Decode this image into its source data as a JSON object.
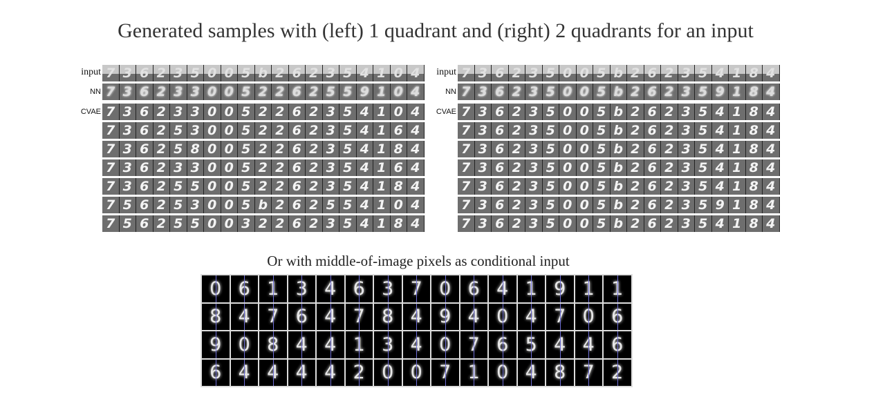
{
  "title": "Generated samples with (left) 1 quadrant and (right) 2 quadrants for an input",
  "caption": "Or with middle-of-image pixels as conditional input",
  "row_labels": {
    "input": "input",
    "nn": "NN",
    "cvae": "CVAE"
  },
  "left_panel": {
    "input": [
      "7",
      "3",
      "6",
      "2",
      "3",
      "5",
      "0",
      "0",
      "5",
      "b",
      "2",
      "6",
      "2",
      "3",
      "5",
      "4",
      "1",
      "0",
      "4"
    ],
    "nn": [
      "7",
      "3",
      "6",
      "2",
      "3",
      "3",
      "0",
      "0",
      "5",
      "2",
      "2",
      "6",
      "2",
      "5",
      "5",
      "9",
      "1",
      "0",
      "4"
    ],
    "cvae": [
      [
        "7",
        "3",
        "6",
        "2",
        "3",
        "3",
        "0",
        "0",
        "5",
        "2",
        "2",
        "6",
        "2",
        "3",
        "5",
        "4",
        "1",
        "0",
        "4"
      ],
      [
        "7",
        "3",
        "6",
        "2",
        "5",
        "3",
        "0",
        "0",
        "5",
        "2",
        "2",
        "6",
        "2",
        "3",
        "5",
        "4",
        "1",
        "6",
        "4"
      ],
      [
        "7",
        "3",
        "6",
        "2",
        "5",
        "8",
        "0",
        "0",
        "5",
        "2",
        "2",
        "6",
        "2",
        "3",
        "5",
        "4",
        "1",
        "8",
        "4"
      ],
      [
        "7",
        "3",
        "6",
        "2",
        "3",
        "3",
        "0",
        "0",
        "5",
        "2",
        "2",
        "6",
        "2",
        "3",
        "5",
        "4",
        "1",
        "6",
        "4"
      ],
      [
        "7",
        "3",
        "6",
        "2",
        "5",
        "5",
        "0",
        "0",
        "5",
        "2",
        "2",
        "6",
        "2",
        "3",
        "5",
        "4",
        "1",
        "8",
        "4"
      ],
      [
        "7",
        "5",
        "6",
        "2",
        "5",
        "3",
        "0",
        "0",
        "5",
        "b",
        "2",
        "6",
        "2",
        "5",
        "5",
        "4",
        "1",
        "0",
        "4"
      ],
      [
        "7",
        "5",
        "6",
        "2",
        "5",
        "5",
        "0",
        "0",
        "3",
        "2",
        "2",
        "6",
        "2",
        "3",
        "5",
        "4",
        "1",
        "8",
        "4"
      ]
    ]
  },
  "right_panel": {
    "input": [
      "7",
      "3",
      "6",
      "2",
      "3",
      "5",
      "0",
      "0",
      "5",
      "b",
      "2",
      "6",
      "2",
      "3",
      "5",
      "4",
      "1",
      "8",
      "4"
    ],
    "nn": [
      "7",
      "3",
      "6",
      "2",
      "3",
      "5",
      "0",
      "0",
      "5",
      "b",
      "2",
      "6",
      "2",
      "3",
      "5",
      "9",
      "1",
      "8",
      "4"
    ],
    "cvae": [
      [
        "7",
        "3",
        "6",
        "2",
        "3",
        "5",
        "0",
        "0",
        "5",
        "b",
        "2",
        "6",
        "2",
        "3",
        "5",
        "4",
        "1",
        "8",
        "4"
      ],
      [
        "7",
        "3",
        "6",
        "2",
        "3",
        "5",
        "0",
        "0",
        "5",
        "b",
        "2",
        "6",
        "2",
        "3",
        "5",
        "4",
        "1",
        "8",
        "4"
      ],
      [
        "7",
        "3",
        "6",
        "2",
        "3",
        "5",
        "0",
        "0",
        "5",
        "b",
        "2",
        "6",
        "2",
        "3",
        "5",
        "4",
        "1",
        "8",
        "4"
      ],
      [
        "7",
        "3",
        "6",
        "2",
        "3",
        "5",
        "0",
        "0",
        "5",
        "b",
        "2",
        "6",
        "2",
        "3",
        "5",
        "4",
        "1",
        "8",
        "4"
      ],
      [
        "7",
        "3",
        "6",
        "2",
        "3",
        "5",
        "0",
        "0",
        "5",
        "b",
        "2",
        "6",
        "2",
        "3",
        "5",
        "4",
        "1",
        "8",
        "4"
      ],
      [
        "7",
        "3",
        "6",
        "2",
        "3",
        "5",
        "0",
        "0",
        "5",
        "b",
        "2",
        "6",
        "2",
        "3",
        "5",
        "9",
        "1",
        "8",
        "4"
      ],
      [
        "7",
        "3",
        "6",
        "2",
        "3",
        "5",
        "0",
        "0",
        "5",
        "b",
        "2",
        "6",
        "2",
        "3",
        "5",
        "4",
        "1",
        "8",
        "4"
      ]
    ]
  },
  "middle_pixels_grid": [
    [
      "0",
      "6",
      "1",
      "3",
      "4",
      "6",
      "3",
      "7",
      "0",
      "6",
      "4",
      "1",
      "9",
      "1",
      "1"
    ],
    [
      "8",
      "4",
      "7",
      "6",
      "4",
      "7",
      "8",
      "4",
      "9",
      "4",
      "0",
      "4",
      "7",
      "0",
      "6"
    ],
    [
      "9",
      "0",
      "8",
      "4",
      "4",
      "1",
      "3",
      "4",
      "0",
      "7",
      "6",
      "5",
      "4",
      "4",
      "6"
    ],
    [
      "6",
      "4",
      "4",
      "4",
      "4",
      "2",
      "0",
      "0",
      "7",
      "1",
      "0",
      "4",
      "8",
      "7",
      "2"
    ]
  ]
}
